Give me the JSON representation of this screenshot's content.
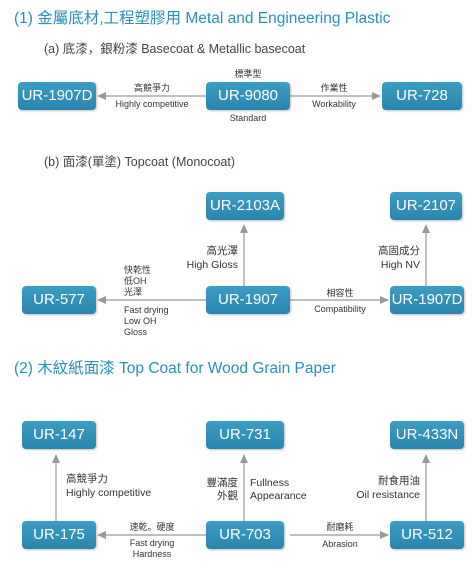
{
  "section1": {
    "title": "(1) 金屬底材,工程塑膠用 Metal and Engineering Plastic",
    "sub_a": "(a) 底漆，銀粉漆 Basecoat & Metallic basecoat",
    "center": "UR-9080",
    "center_label_top": "標準型",
    "center_label_bottom": "Standard",
    "left": "UR-1907D",
    "left_label_zh": "高競爭力",
    "left_label_en": "Highly competitive",
    "right": "UR-728",
    "right_label_zh": "作業性",
    "right_label_en": "Workability",
    "sub_b": "(b) 面漆(單塗) Topcoat (Monocoat)",
    "b_center": "UR-1907",
    "b_up": "UR-2103A",
    "b_up_label_zh": "高光澤",
    "b_up_label_en": "High Gloss",
    "b_left": "UR-577",
    "b_left_label_zh1": "快乾性",
    "b_left_label_zh2": "低OH",
    "b_left_label_zh3": "光澤",
    "b_left_label_en1": "Fast drying",
    "b_left_label_en2": "Low OH",
    "b_left_label_en3": "Gloss",
    "b_right": "UR-1907D",
    "b_right_label_zh": "相容性",
    "b_right_label_en": "Compatibility",
    "b_right_up": "UR-2107",
    "b_right_up_label_zh": "高固成分",
    "b_right_up_label_en": "High NV"
  },
  "section2": {
    "title": "(2) 木紋紙面漆 Top Coat for Wood Grain Paper",
    "center": "UR-703",
    "center_up": "UR-731",
    "center_up_label_zh1": "豐滿度",
    "center_up_label_zh2": "外觀",
    "center_up_label_en1": "Fullness",
    "center_up_label_en2": "Appearance",
    "left": "UR-175",
    "left_label_zh": "速乾。硬度",
    "left_label_en1": "Fast drying",
    "left_label_en2": "Hardness",
    "left_up": "UR-147",
    "left_up_label_zh": "高競爭力",
    "left_up_label_en": "Highly competitive",
    "right": "UR-512",
    "right_label_zh": "耐磨耗",
    "right_label_en": "Abrasion",
    "right_up": "UR-433N",
    "right_up_label_zh": "耐食用油",
    "right_up_label_en": "Oil resistance"
  }
}
